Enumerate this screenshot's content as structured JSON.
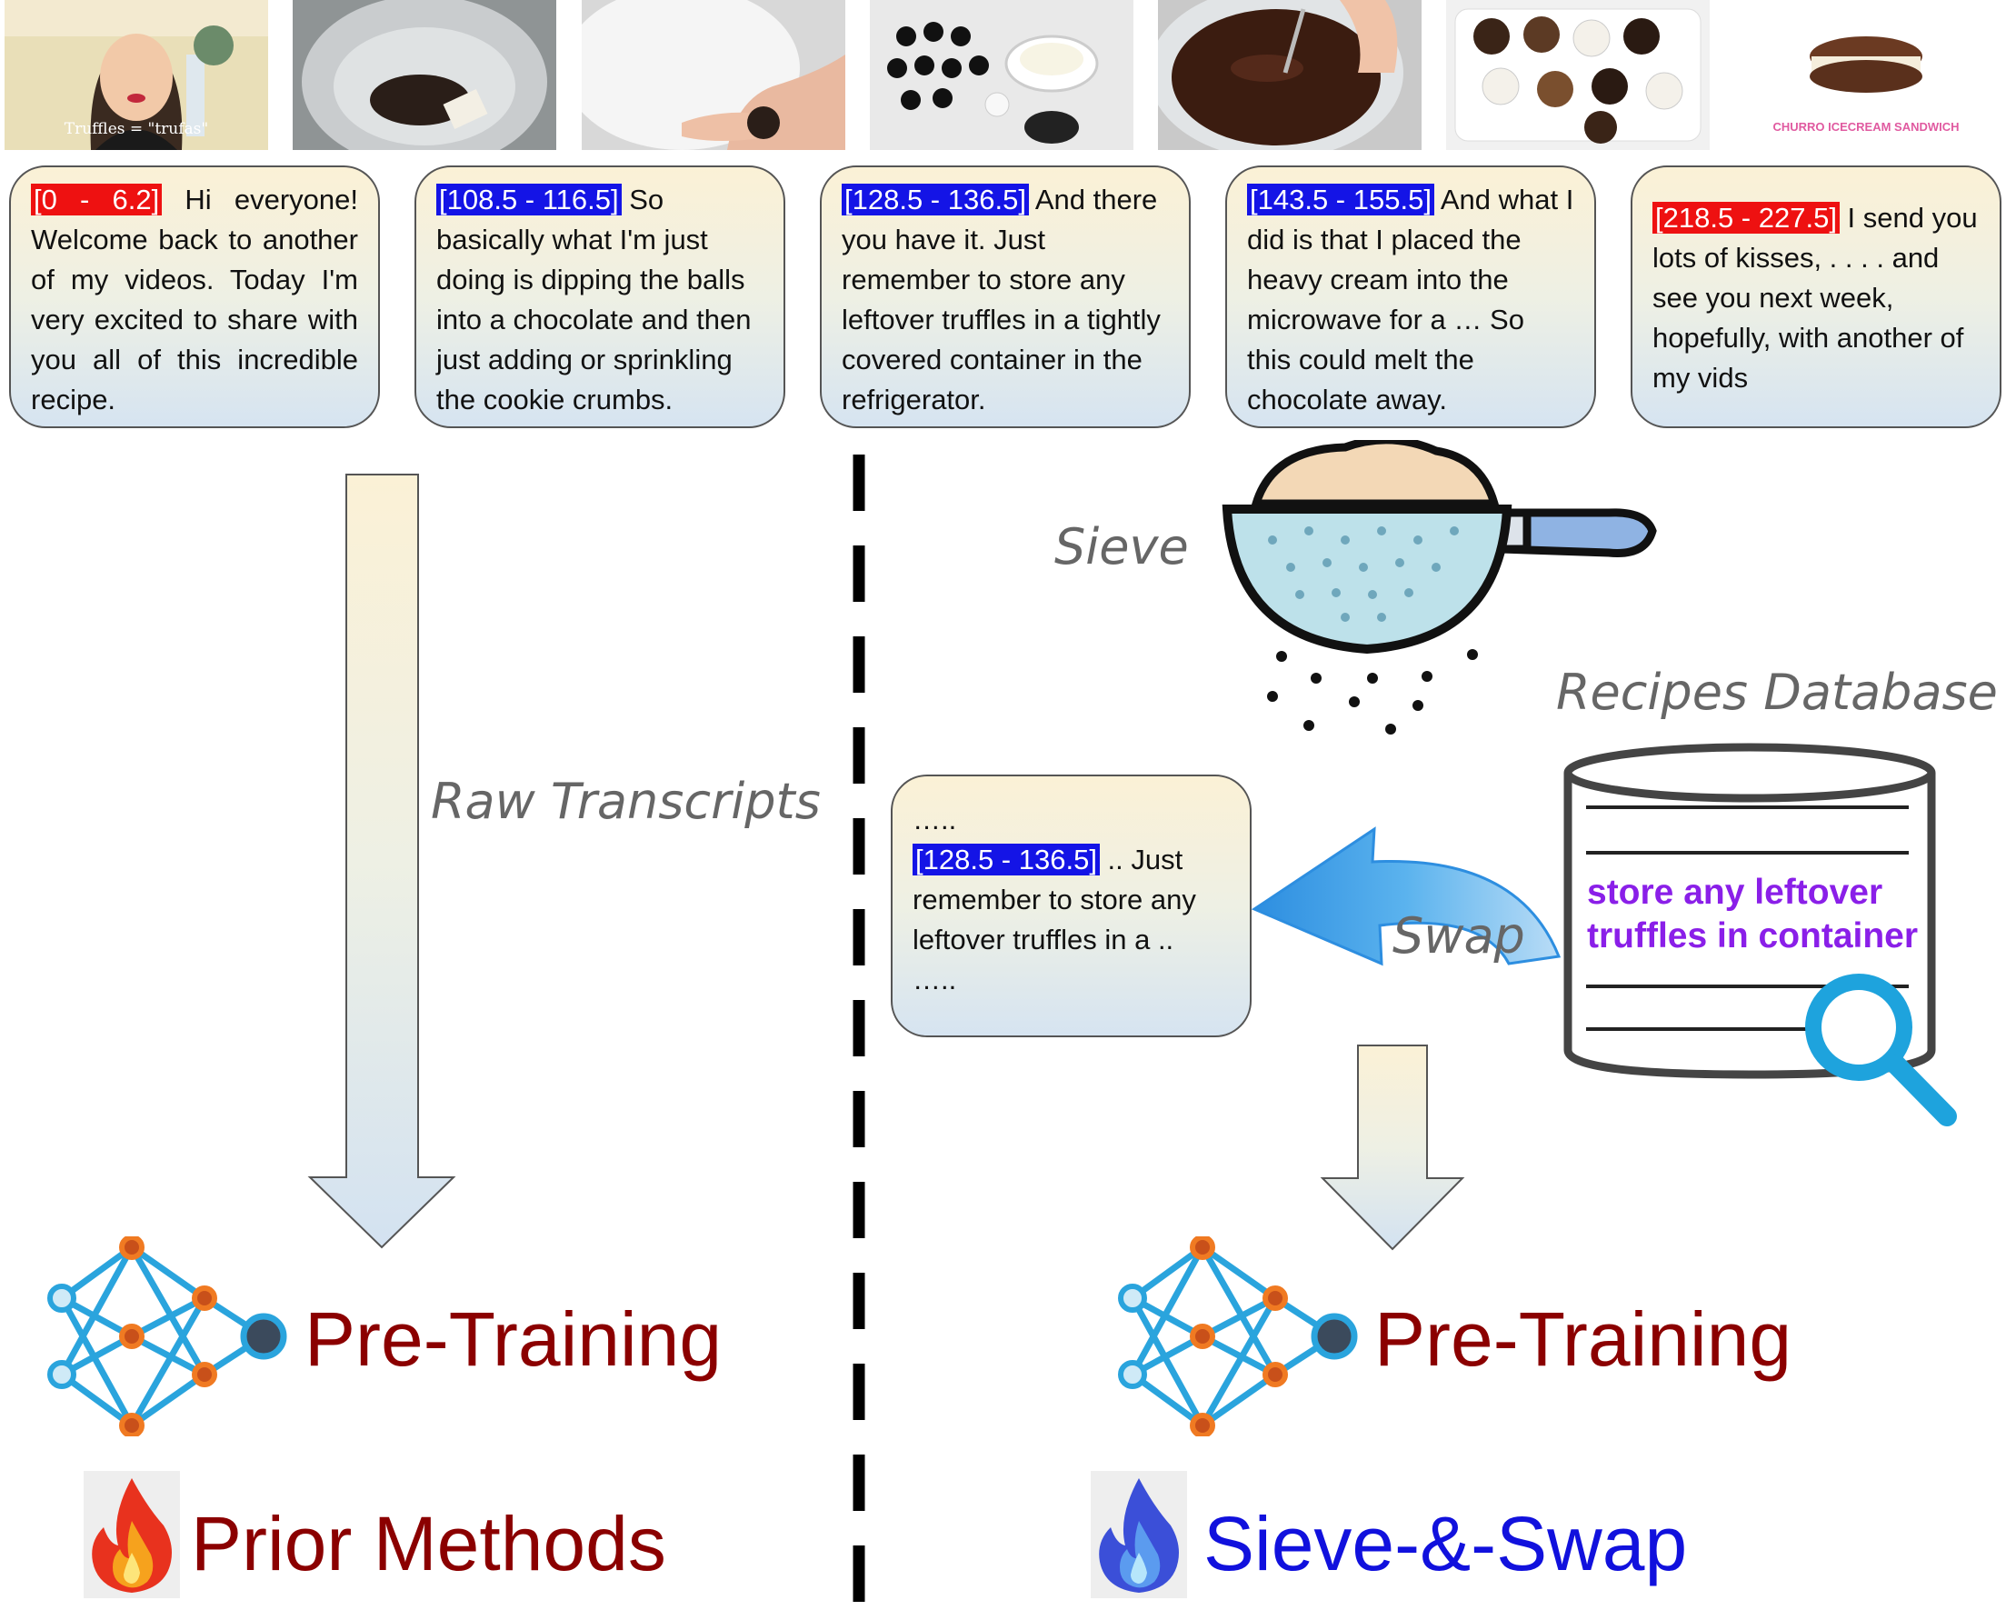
{
  "thumbnails": [
    {
      "caption": "Truffles = \"trufas\""
    },
    {
      "caption": ""
    },
    {
      "caption": ""
    },
    {
      "caption": ""
    },
    {
      "caption": ""
    },
    {
      "caption": ""
    },
    {
      "caption": "CHURRO ICECREAM SANDWICH"
    }
  ],
  "transcripts": [
    {
      "timestamp": "[0  -  6.2]",
      "color": "red",
      "text": " Hi everyone! Welcome back to another of my videos. Today I'm very excited to share with you all of this incredible recipe."
    },
    {
      "timestamp": "[108.5 - 116.5]",
      "color": "blue",
      "text": " So basically what I'm just doing is dipping the balls into a chocolate and then just adding or sprinkling the cookie crumbs."
    },
    {
      "timestamp": "[128.5 - 136.5]",
      "color": "blue",
      "text": " And there you have it. Just remember to store any leftover truffles in a tightly covered container in the refrigerator."
    },
    {
      "timestamp": "[143.5 - 155.5]",
      "color": "blue",
      "text": " And what I did is that I placed the heavy cream into the microwave for a … So this could melt the chocolate away."
    },
    {
      "timestamp": "[218.5 - 227.5]",
      "color": "red",
      "text": " I send you lots of kisses, . . . . and see you next week, hopefully, with another of my vids"
    }
  ],
  "left": {
    "arrow_label": "Raw Transcripts",
    "pretraining_label": "Pre-Training",
    "method_label": "Prior Methods",
    "method_color": "#8b0000"
  },
  "right": {
    "sieve_label": "Sieve",
    "database_label": "Recipes Database",
    "database_entry": [
      "store any leftover",
      "truffles in container"
    ],
    "swap_label": "Swap",
    "swapped_box": {
      "ellipsis_top": "…..",
      "timestamp": "[128.5 - 136.5]",
      "text_line1": " .. Just",
      "text_line2": "remember to store any",
      "text_line3": "leftover truffles in a ..",
      "ellipsis_bottom": "….."
    },
    "pretraining_label": "Pre-Training",
    "method_label": "Sieve-&-Swap",
    "method_color": "#1111dd"
  },
  "colors": {
    "timestamp_red": "#ee1111",
    "timestamp_blue": "#1414e6",
    "pretraining_text": "#8b0000",
    "database_highlight": "#8a1fe8",
    "network_edges": "#2aa4dd",
    "network_nodes_orange": "#f07a22"
  },
  "icons": [
    "truffle-video-thumbnail",
    "sieve-icon",
    "database-icon",
    "magnifier-icon",
    "neural-network-icon",
    "red-flame-icon",
    "blue-flame-icon",
    "swap-arrow-icon"
  ]
}
